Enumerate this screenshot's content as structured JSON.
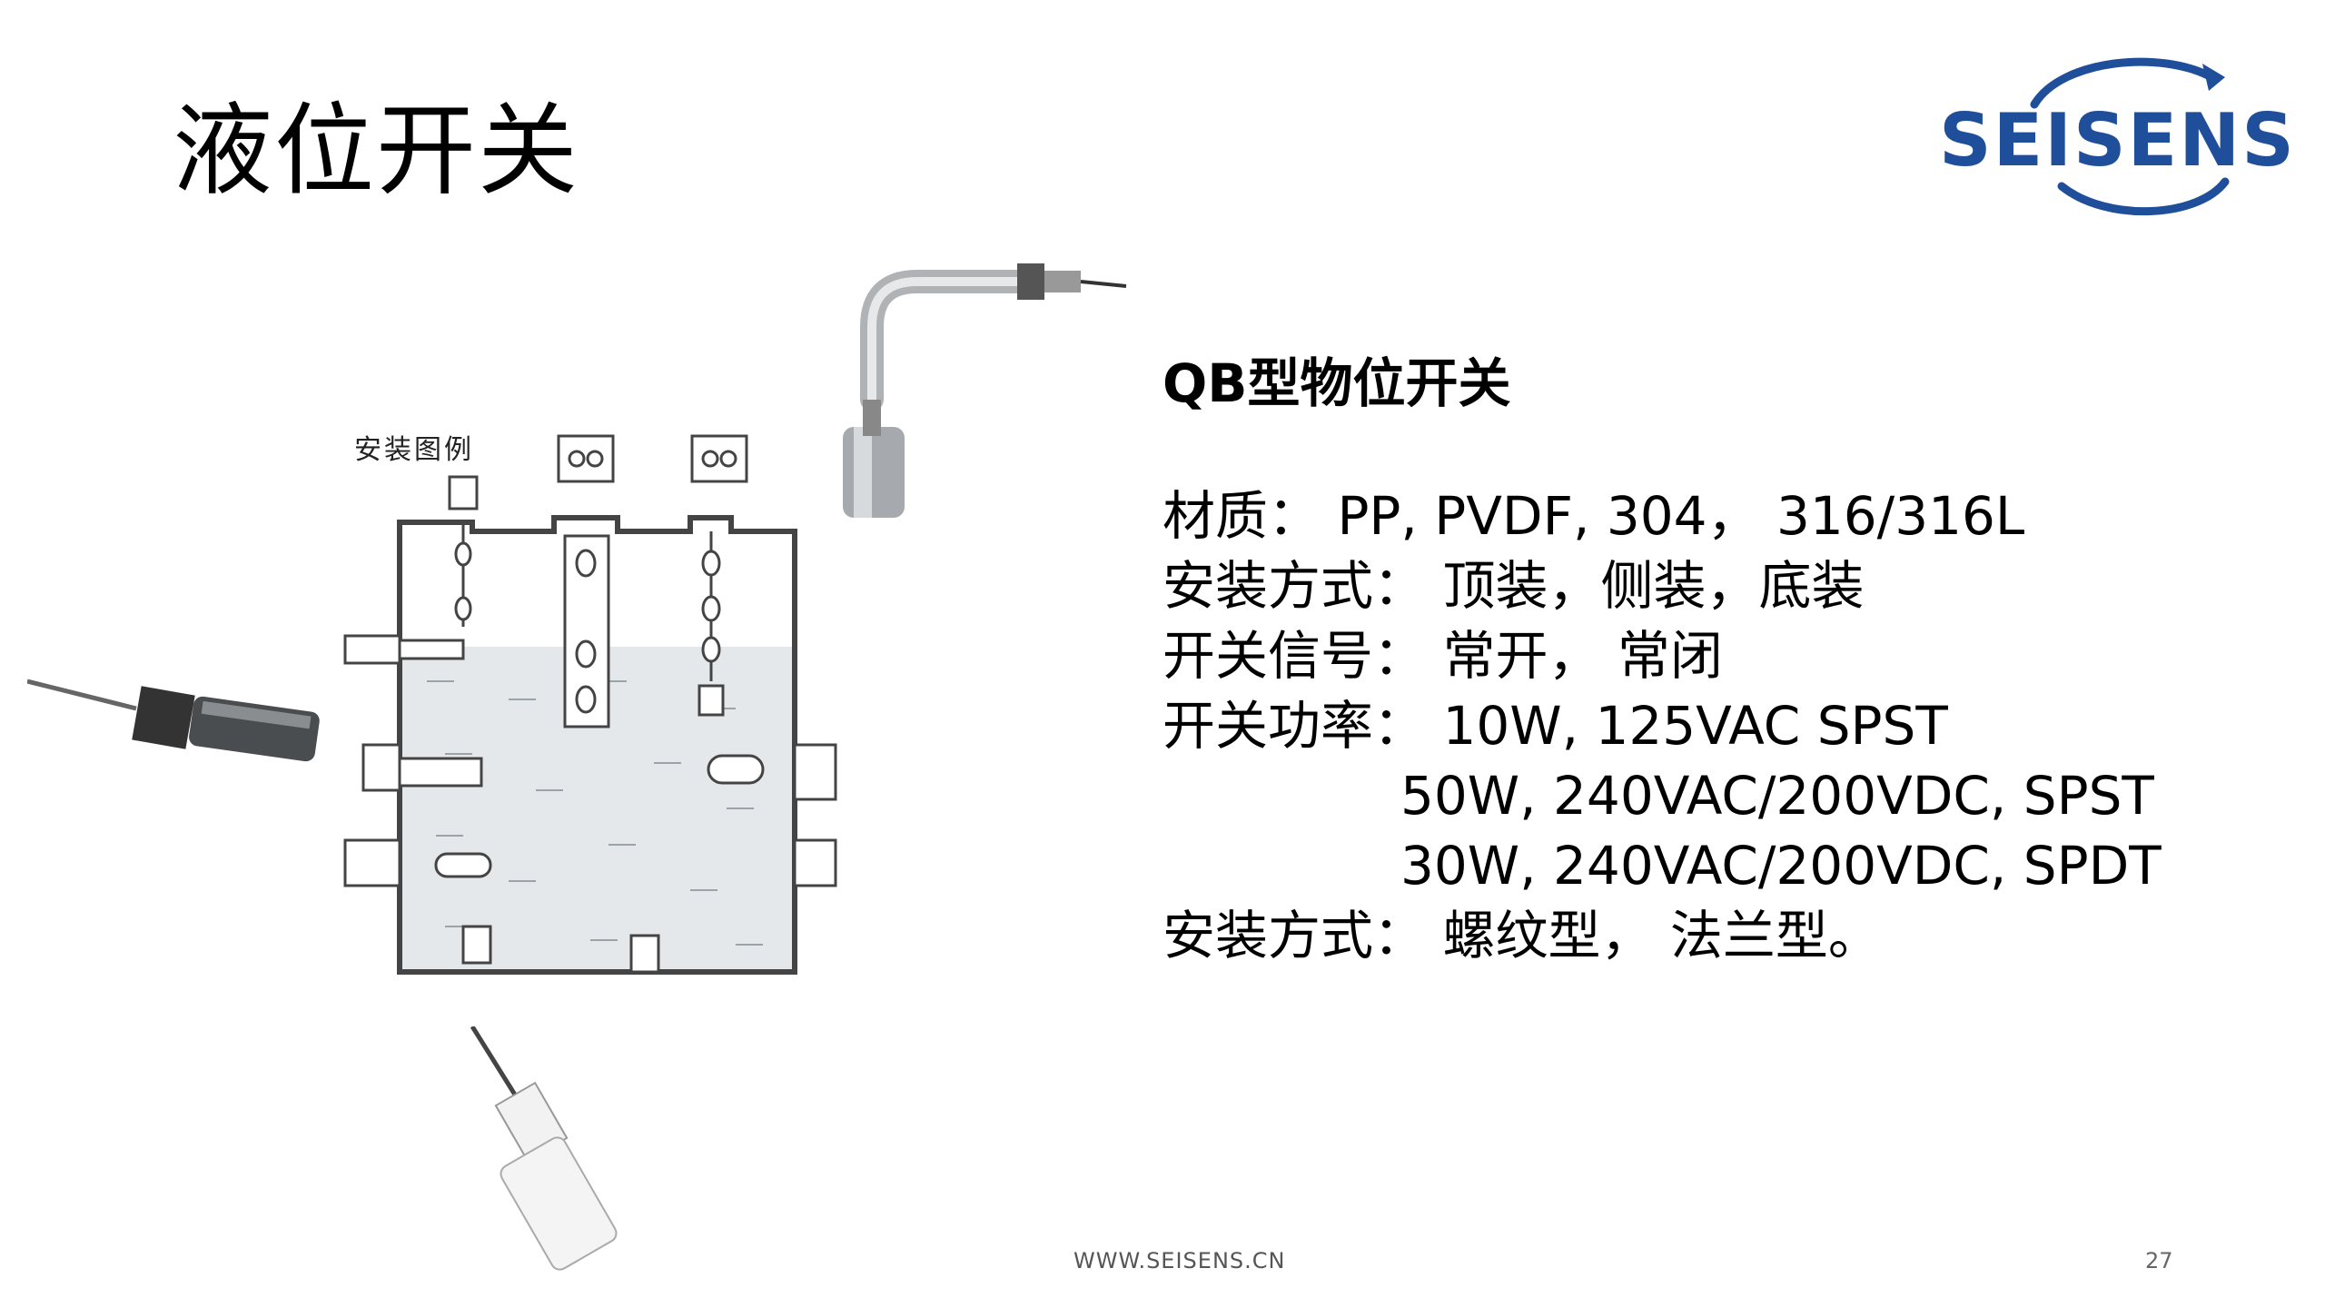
{
  "slide": {
    "title": "液位开关",
    "page_number": "27",
    "footer_url": "WWW.SEISENS.CN"
  },
  "logo": {
    "text": "SEISENS",
    "color": "#1f4e9a"
  },
  "product": {
    "title": "QB型物位开关",
    "specs": [
      {
        "label": "材质：",
        "value": "PP, PVDF, 304， 316/316L"
      },
      {
        "label": "安装方式：",
        "value": "顶装，侧装，底装"
      },
      {
        "label": "开关信号：",
        "value": "常开， 常闭"
      },
      {
        "label": "开关功率：",
        "value": "10W, 125VAC SPST"
      },
      {
        "label": "",
        "value": "50W, 240VAC/200VDC, SPST"
      },
      {
        "label": "",
        "value": "30W, 240VAC/200VDC, SPDT"
      },
      {
        "label": "安装方式：",
        "value": "螺纹型， 法兰型。"
      }
    ]
  },
  "diagram": {
    "caption": "安装图例",
    "liquid_color": "#e4e8ea",
    "outline_color": "#444444"
  }
}
